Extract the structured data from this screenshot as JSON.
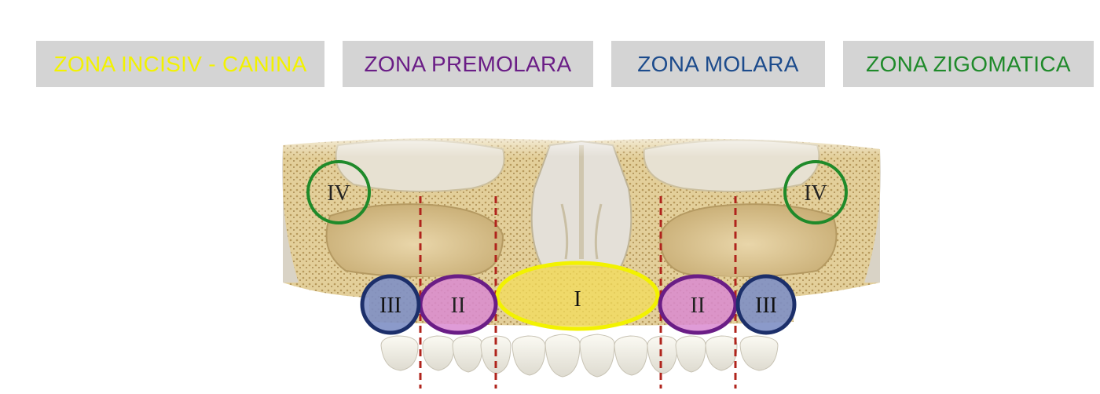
{
  "zones": [
    {
      "label": "ZONA INCISIV - CANINA",
      "color": "#f2f200"
    },
    {
      "label": "ZONA PREMOLARA",
      "color": "#6a1d86"
    },
    {
      "label": "ZONA MOLARA",
      "color": "#1c4b8c"
    },
    {
      "label": "ZONA ZIGOMATICA",
      "color": "#1f8a2a"
    }
  ],
  "regions": {
    "i": "I",
    "ii": "II",
    "iii": "III",
    "iv": "IV"
  },
  "colors": {
    "bone": "#e8d7ac",
    "bone_dark": "#cdb27a",
    "divider": "#b0241c",
    "zone_i_fill": "#f3dc5a",
    "zone_ii_fill": "#d98ad0",
    "zone_iii_fill": "#7e8fc4"
  }
}
